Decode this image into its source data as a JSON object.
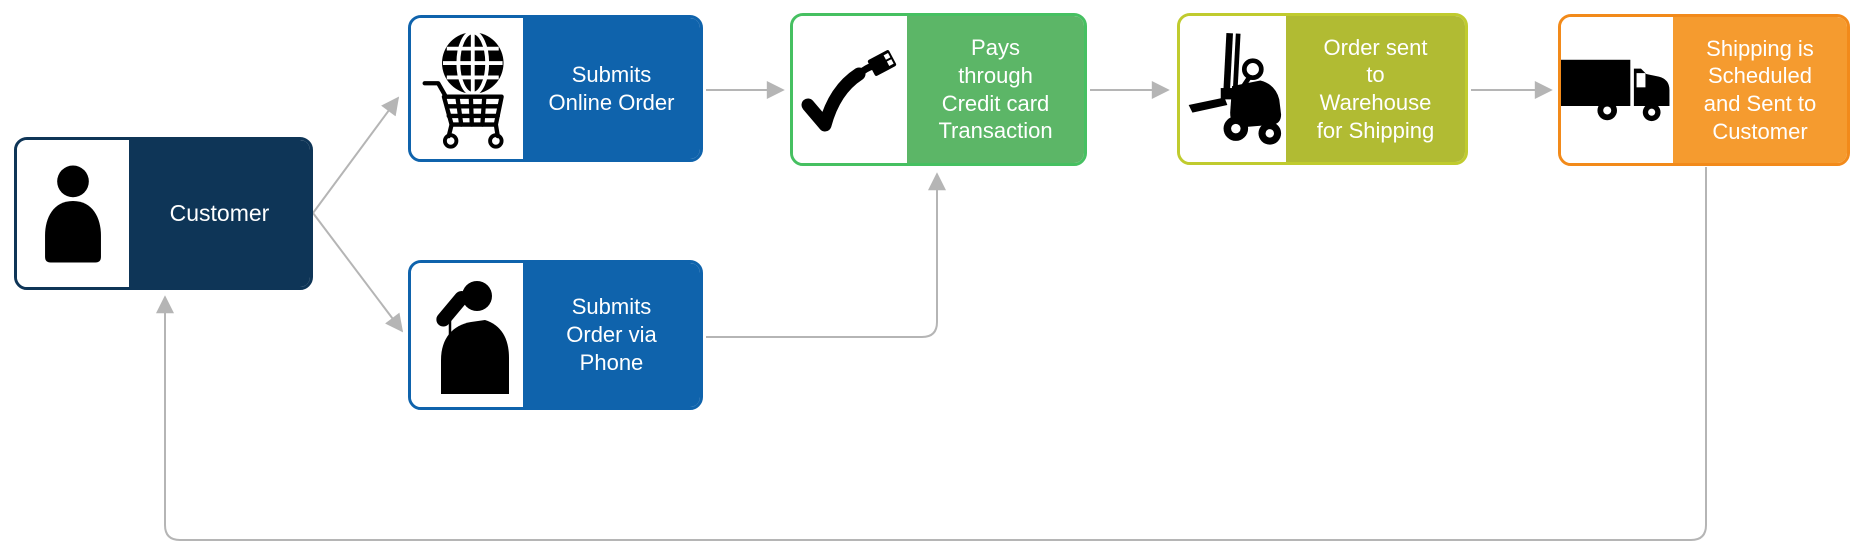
{
  "diagram": {
    "background": "#FFFFFF",
    "nodes": [
      {
        "id": "customer",
        "label": "Customer",
        "icon": "person-icon",
        "fill": "#0E3557",
        "border": "#0E3557"
      },
      {
        "id": "submit-online-order",
        "label": "Submits\nOnline Order",
        "icon": "globe-cart-icon",
        "fill": "#0F63AC",
        "border": "#0F63AC"
      },
      {
        "id": "submit-order-by-phone",
        "label": "Submits\nOrder via\nPhone",
        "icon": "phone-person-icon",
        "fill": "#0F63AC",
        "border": "#0F63AC"
      },
      {
        "id": "pays-credit-card",
        "label": "Pays\nthrough\nCredit card\nTransaction",
        "icon": "check-plug-icon",
        "fill": "#5CB667",
        "border": "#46C061"
      },
      {
        "id": "order-to-warehouse",
        "label": "Order sent\nto\nWarehouse\nfor Shipping",
        "icon": "forklift-icon",
        "fill": "#B1BB33",
        "border": "#C0CB2E"
      },
      {
        "id": "shipping-scheduled",
        "label": "Shipping is\nScheduled\nand Sent to\nCustomer",
        "icon": "truck-icon",
        "fill": "#F59B2F",
        "border": "#F28A1A"
      }
    ],
    "edges": [
      {
        "from": "customer",
        "to": "submit-online-order"
      },
      {
        "from": "customer",
        "to": "submit-order-by-phone"
      },
      {
        "from": "submit-online-order",
        "to": "pays-credit-card"
      },
      {
        "from": "submit-order-by-phone",
        "to": "pays-credit-card"
      },
      {
        "from": "pays-credit-card",
        "to": "order-to-warehouse"
      },
      {
        "from": "order-to-warehouse",
        "to": "shipping-scheduled"
      },
      {
        "from": "shipping-scheduled",
        "to": "customer"
      }
    ],
    "colors": {
      "arrow": "#B5B5B5",
      "label_text": "#FFFFFF",
      "icon_panel": "#FFFFFF",
      "icon_glyph": "#000000"
    }
  }
}
